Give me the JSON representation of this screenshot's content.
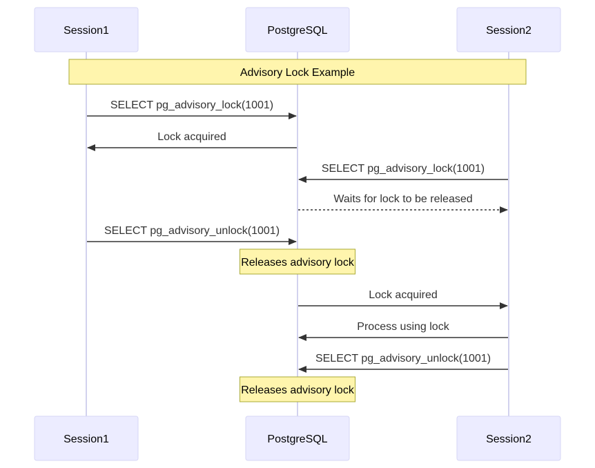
{
  "actors": [
    {
      "id": "s1",
      "label": "Session1"
    },
    {
      "id": "pg",
      "label": "PostgreSQL"
    },
    {
      "id": "s2",
      "label": "Session2"
    }
  ],
  "title_note": {
    "text": "Advisory Lock Example"
  },
  "steps": [
    {
      "kind": "message",
      "from": "s1",
      "to": "pg",
      "text": "SELECT pg_advisory_lock(1001)",
      "style": "solid"
    },
    {
      "kind": "message",
      "from": "pg",
      "to": "s1",
      "text": "Lock acquired",
      "style": "solid"
    },
    {
      "kind": "message",
      "from": "s2",
      "to": "pg",
      "text": "SELECT pg_advisory_lock(1001)",
      "style": "solid"
    },
    {
      "kind": "message",
      "from": "pg",
      "to": "s2",
      "text": "Waits for lock to be released",
      "style": "dashed"
    },
    {
      "kind": "message",
      "from": "s1",
      "to": "pg",
      "text": "SELECT pg_advisory_unlock(1001)",
      "style": "solid"
    },
    {
      "kind": "note",
      "over": "pg",
      "text": "Releases advisory lock"
    },
    {
      "kind": "message",
      "from": "pg",
      "to": "s2",
      "text": "Lock acquired",
      "style": "solid"
    },
    {
      "kind": "message",
      "from": "s2",
      "to": "pg",
      "text": "Process using lock",
      "style": "solid"
    },
    {
      "kind": "message",
      "from": "s2",
      "to": "pg",
      "text": "SELECT pg_advisory_unlock(1001)",
      "style": "solid"
    },
    {
      "kind": "note",
      "over": "pg",
      "text": "Releases advisory lock"
    }
  ],
  "colors": {
    "actor_fill": "#ececff",
    "actor_stroke": "#d6d6f5",
    "lifeline": "#d2d2ee",
    "note_fill": "#fff5ad",
    "note_stroke": "#aaaa33",
    "message": "#333333"
  }
}
